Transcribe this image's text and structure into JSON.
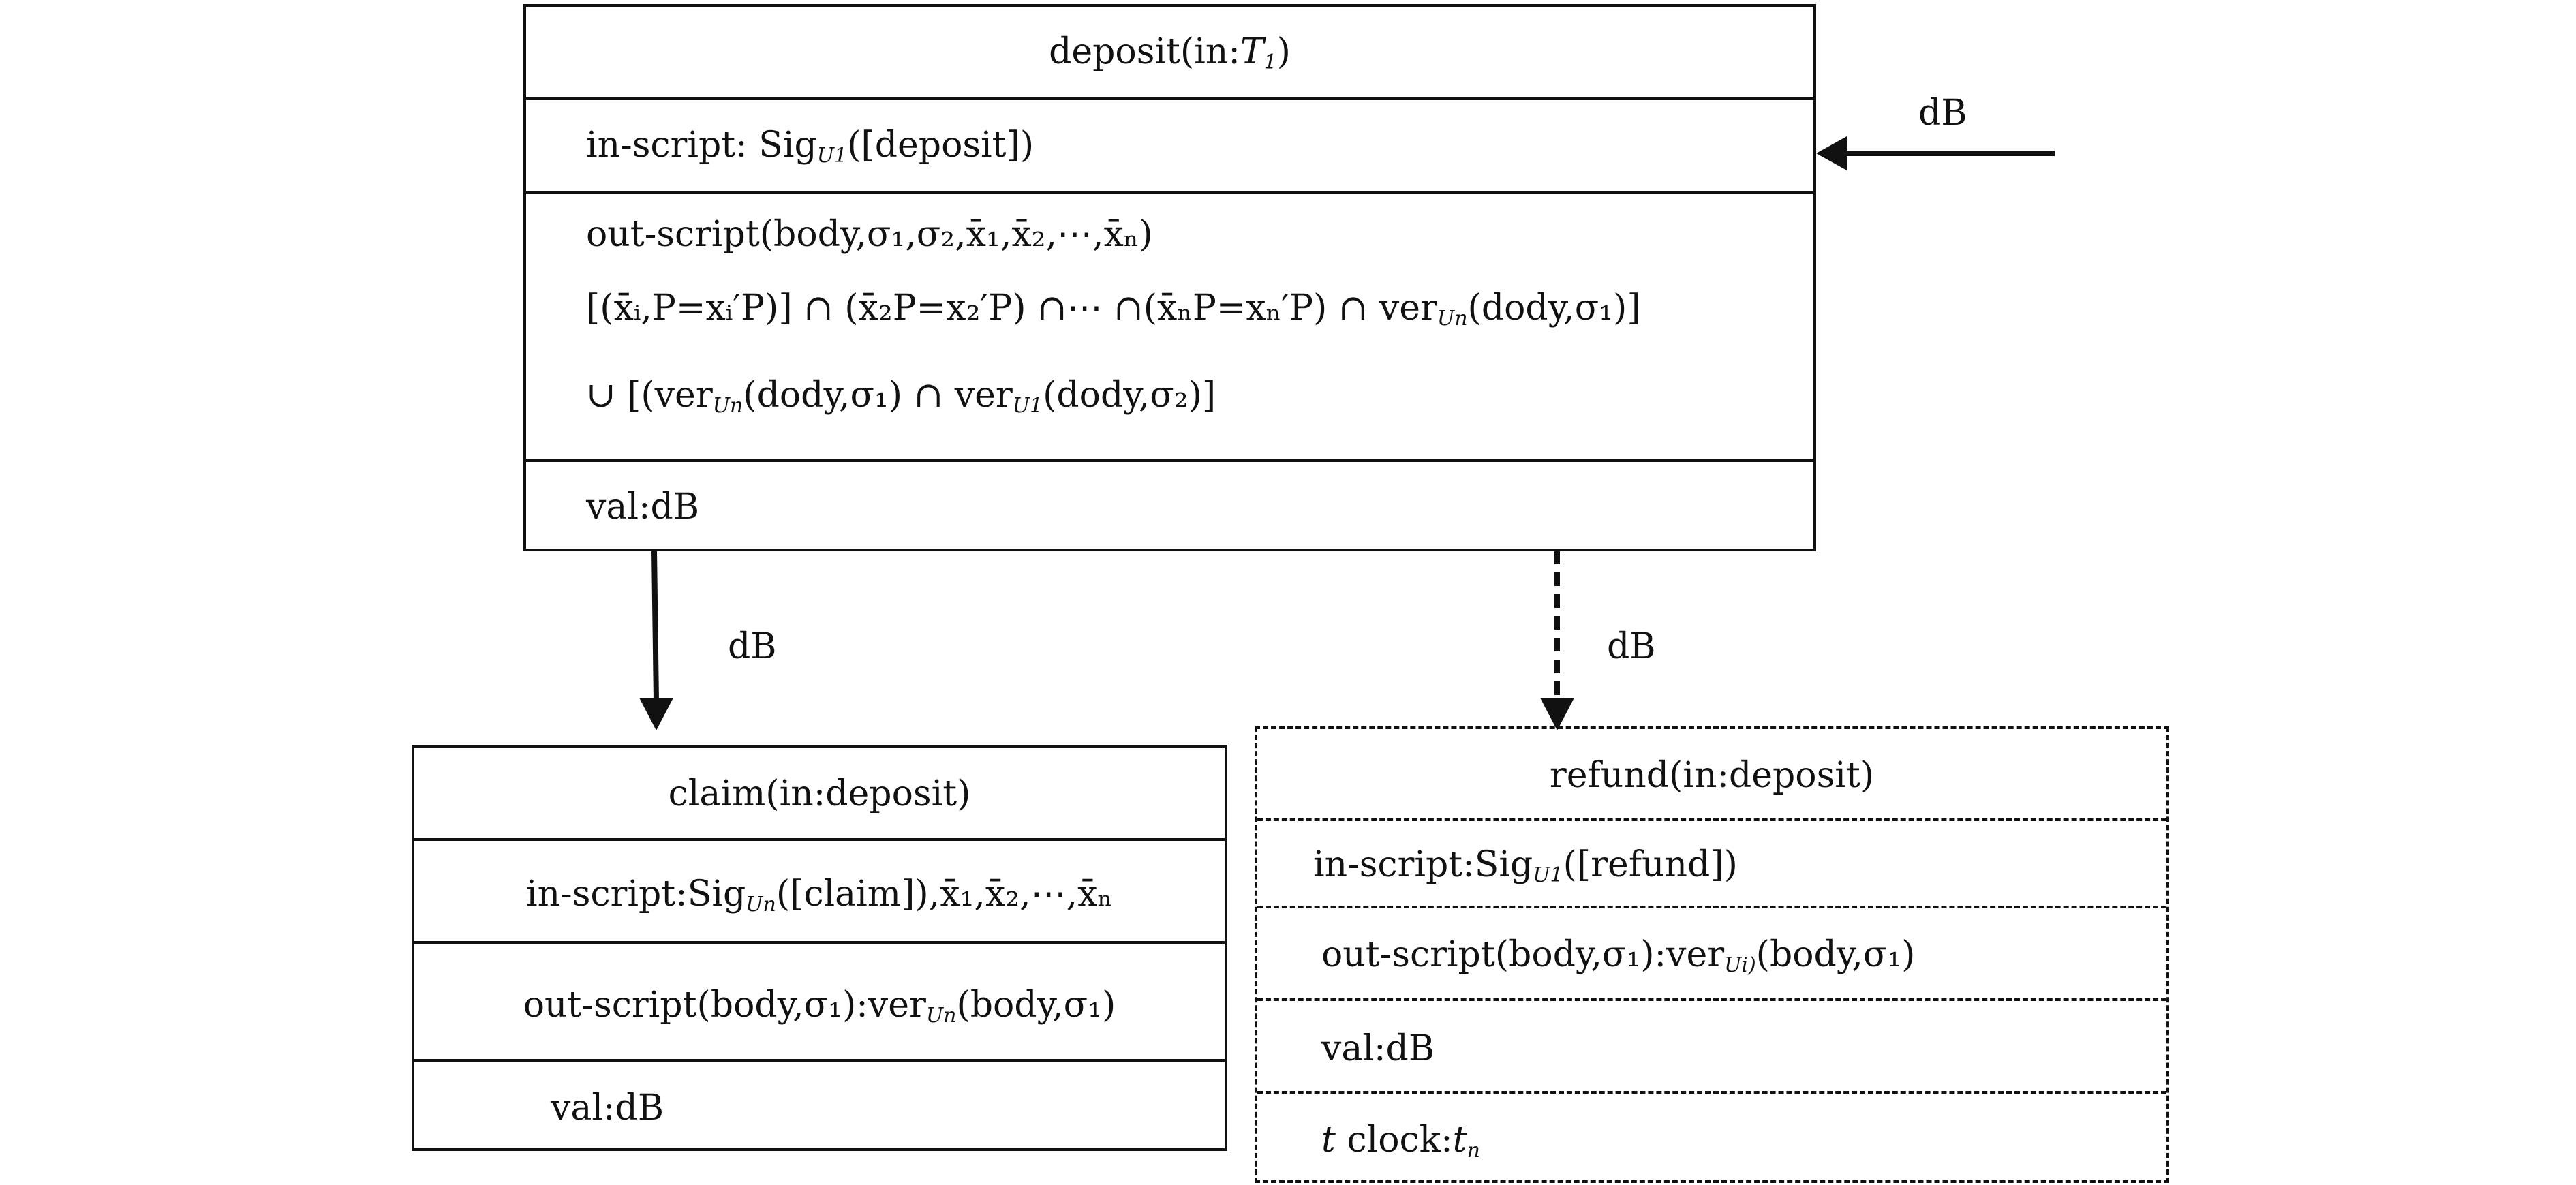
{
  "deposit": {
    "title_fn": "deposit(in:",
    "title_var": "T",
    "title_sub": "1",
    "title_close": ")",
    "in_script_pre": "in-script: Sig",
    "in_script_sub": "U1",
    "in_script_post": "([deposit])",
    "out_script_line1": "out-script(body,σ₁,σ₂,x̄₁,x̄₂,⋯,x̄ₙ)",
    "out_script_line2": "[(x̄ᵢ,P=xᵢ′P)] ∩ (x̄₂P=x₂′P) ∩⋯ ∩(x̄ₙP=xₙ′P) ∩ ver",
    "out_script_line2_sub": "Un",
    "out_script_line2_post": "(dody,σ₁)]",
    "out_script_line3_pre": "∪ [(ver",
    "out_script_line3_sub1": "Un",
    "out_script_line3_mid": "(dody,σ₁) ∩ ver",
    "out_script_line3_sub2": "U1",
    "out_script_line3_post": "(dody,σ₂)]",
    "val": "val:dB"
  },
  "claim": {
    "title": "claim(in:deposit)",
    "in_script_pre": "in-script:Sig",
    "in_script_sub": "Un",
    "in_script_post": "([claim]),x̄₁,x̄₂,⋯,x̄ₙ",
    "out_script_pre": "out-script(body,σ₁):ver",
    "out_script_sub": "Un",
    "out_script_post": "(body,σ₁)",
    "val": "val:dB"
  },
  "refund": {
    "title": "refund(in:deposit)",
    "in_script_pre": "in-script:Sig",
    "in_script_sub": "U1",
    "in_script_post": "([refund])",
    "out_script_pre": "out-script(body,σ₁):ver",
    "out_script_sub": "Ui)",
    "out_script_post": "(body,σ₁)",
    "val": "val:dB",
    "clock_var": "t",
    "clock_text": " clock:",
    "clock_tvar": "t",
    "clock_sub": "n"
  },
  "edges": {
    "incoming_label": "dB",
    "claim_label": "dB",
    "refund_label": "dB"
  }
}
